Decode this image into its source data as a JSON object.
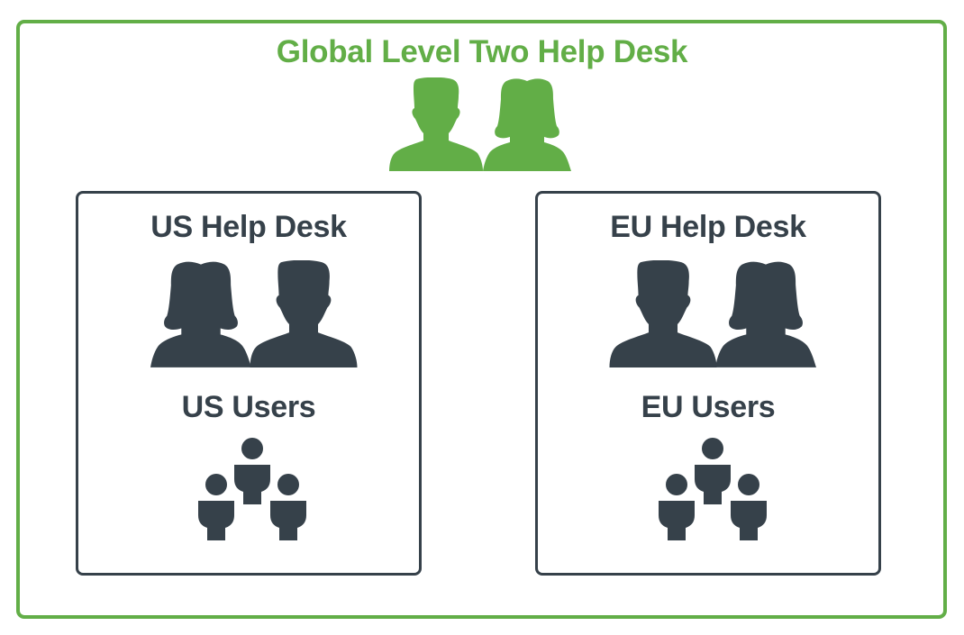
{
  "diagram": {
    "title": "Global Level Two Help Desk",
    "colors": {
      "global": "#62ae47",
      "regional": "#36414a",
      "background": "#ffffff"
    },
    "global_team": {
      "icon": "help-desk-agents-pair-icon",
      "members": [
        "male-agent-icon",
        "female-agent-icon"
      ]
    },
    "regions": [
      {
        "id": "us",
        "desk_label": "US Help Desk",
        "users_label": "US Users",
        "agents": [
          "female-agent-icon",
          "male-agent-icon"
        ],
        "users_icon": "user-group-icon"
      },
      {
        "id": "eu",
        "desk_label": "EU Help Desk",
        "users_label": "EU Users",
        "agents": [
          "male-agent-icon",
          "female-agent-icon"
        ],
        "users_icon": "user-group-icon"
      }
    ]
  }
}
